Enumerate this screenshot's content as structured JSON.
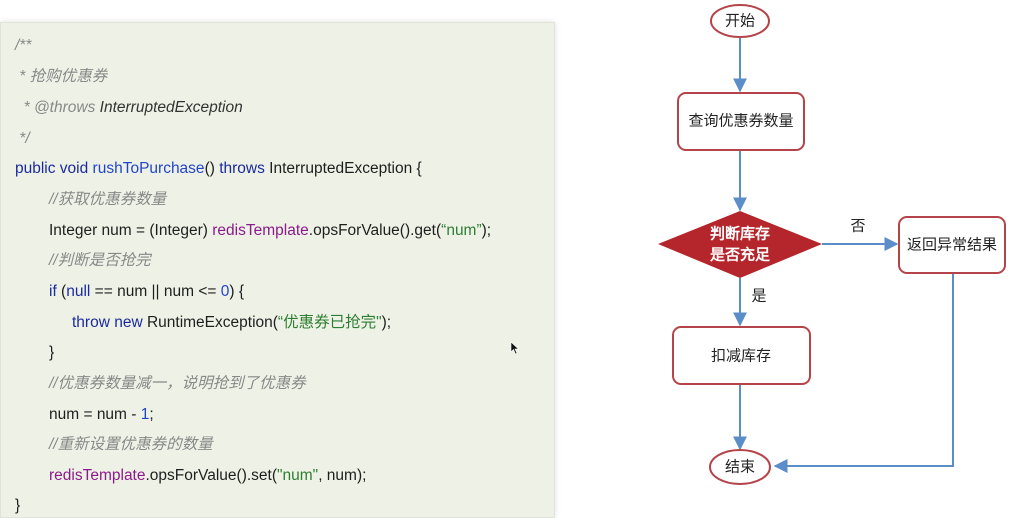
{
  "code": {
    "line1": "/**",
    "line2": " * 抢购优惠券",
    "line3_prefix": "  * @throws ",
    "line3_exc": "InterruptedException",
    "line4": " */",
    "sig_public": "public void ",
    "sig_method": "rushToPurchase",
    "sig_parens": "() ",
    "sig_throws": "throws",
    "sig_rest": " InterruptedException {",
    "c_get": "//获取优惠券数量",
    "l_int1": "Integer num = (Integer) ",
    "l_int_field": "redisTemplate",
    "l_int2": ".opsForValue().get(",
    "l_int_str": "“num”",
    "l_int3": ");",
    "c_judge": "//判断是否抢完",
    "if_kw": "if",
    "if_open": " (",
    "if_null": "null",
    "if_mid": " == num || num <= ",
    "if_zero": "0",
    "if_close": ") {",
    "throw_kw": "throw new",
    "throw_mid": " RuntimeException(",
    "throw_str": "“优惠券已抢完\"",
    "throw_end": ");",
    "brace": "}",
    "c_dec": "//优惠券数量减一，说明抢到了优惠券",
    "dec1": "num = num - ",
    "dec_one": "1",
    "dec2": ";",
    "c_reset": "//重新设置优惠券的数量",
    "set_field": "redisTemplate",
    "set1": ".opsForValue().set(",
    "set_str": "\"num\"",
    "set2": ", num);",
    "end_brace": "}"
  },
  "flow": {
    "start": "开始",
    "query": "查询优惠券数量",
    "decision_line1": "判断库存",
    "decision_line2": "是否充足",
    "no_label": "否",
    "yes_label": "是",
    "error_result": "返回异常结果",
    "deduct": "扣减库存",
    "end": "结束"
  },
  "colors": {
    "node_border": "#b5444a",
    "decision_fill": "#b4262b",
    "arrow": "#5b8ec9",
    "code_bg": "#eef2e6"
  },
  "icons": {
    "cursor": "mouse-pointer-icon"
  }
}
